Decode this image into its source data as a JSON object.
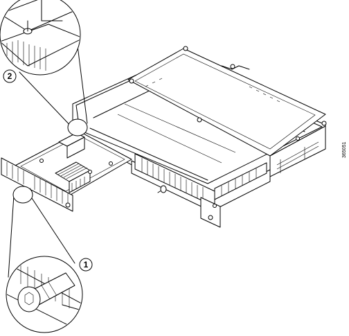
{
  "diagram": {
    "callouts": [
      {
        "label": "1"
      },
      {
        "label": "2"
      }
    ],
    "figure_id": "365051"
  }
}
